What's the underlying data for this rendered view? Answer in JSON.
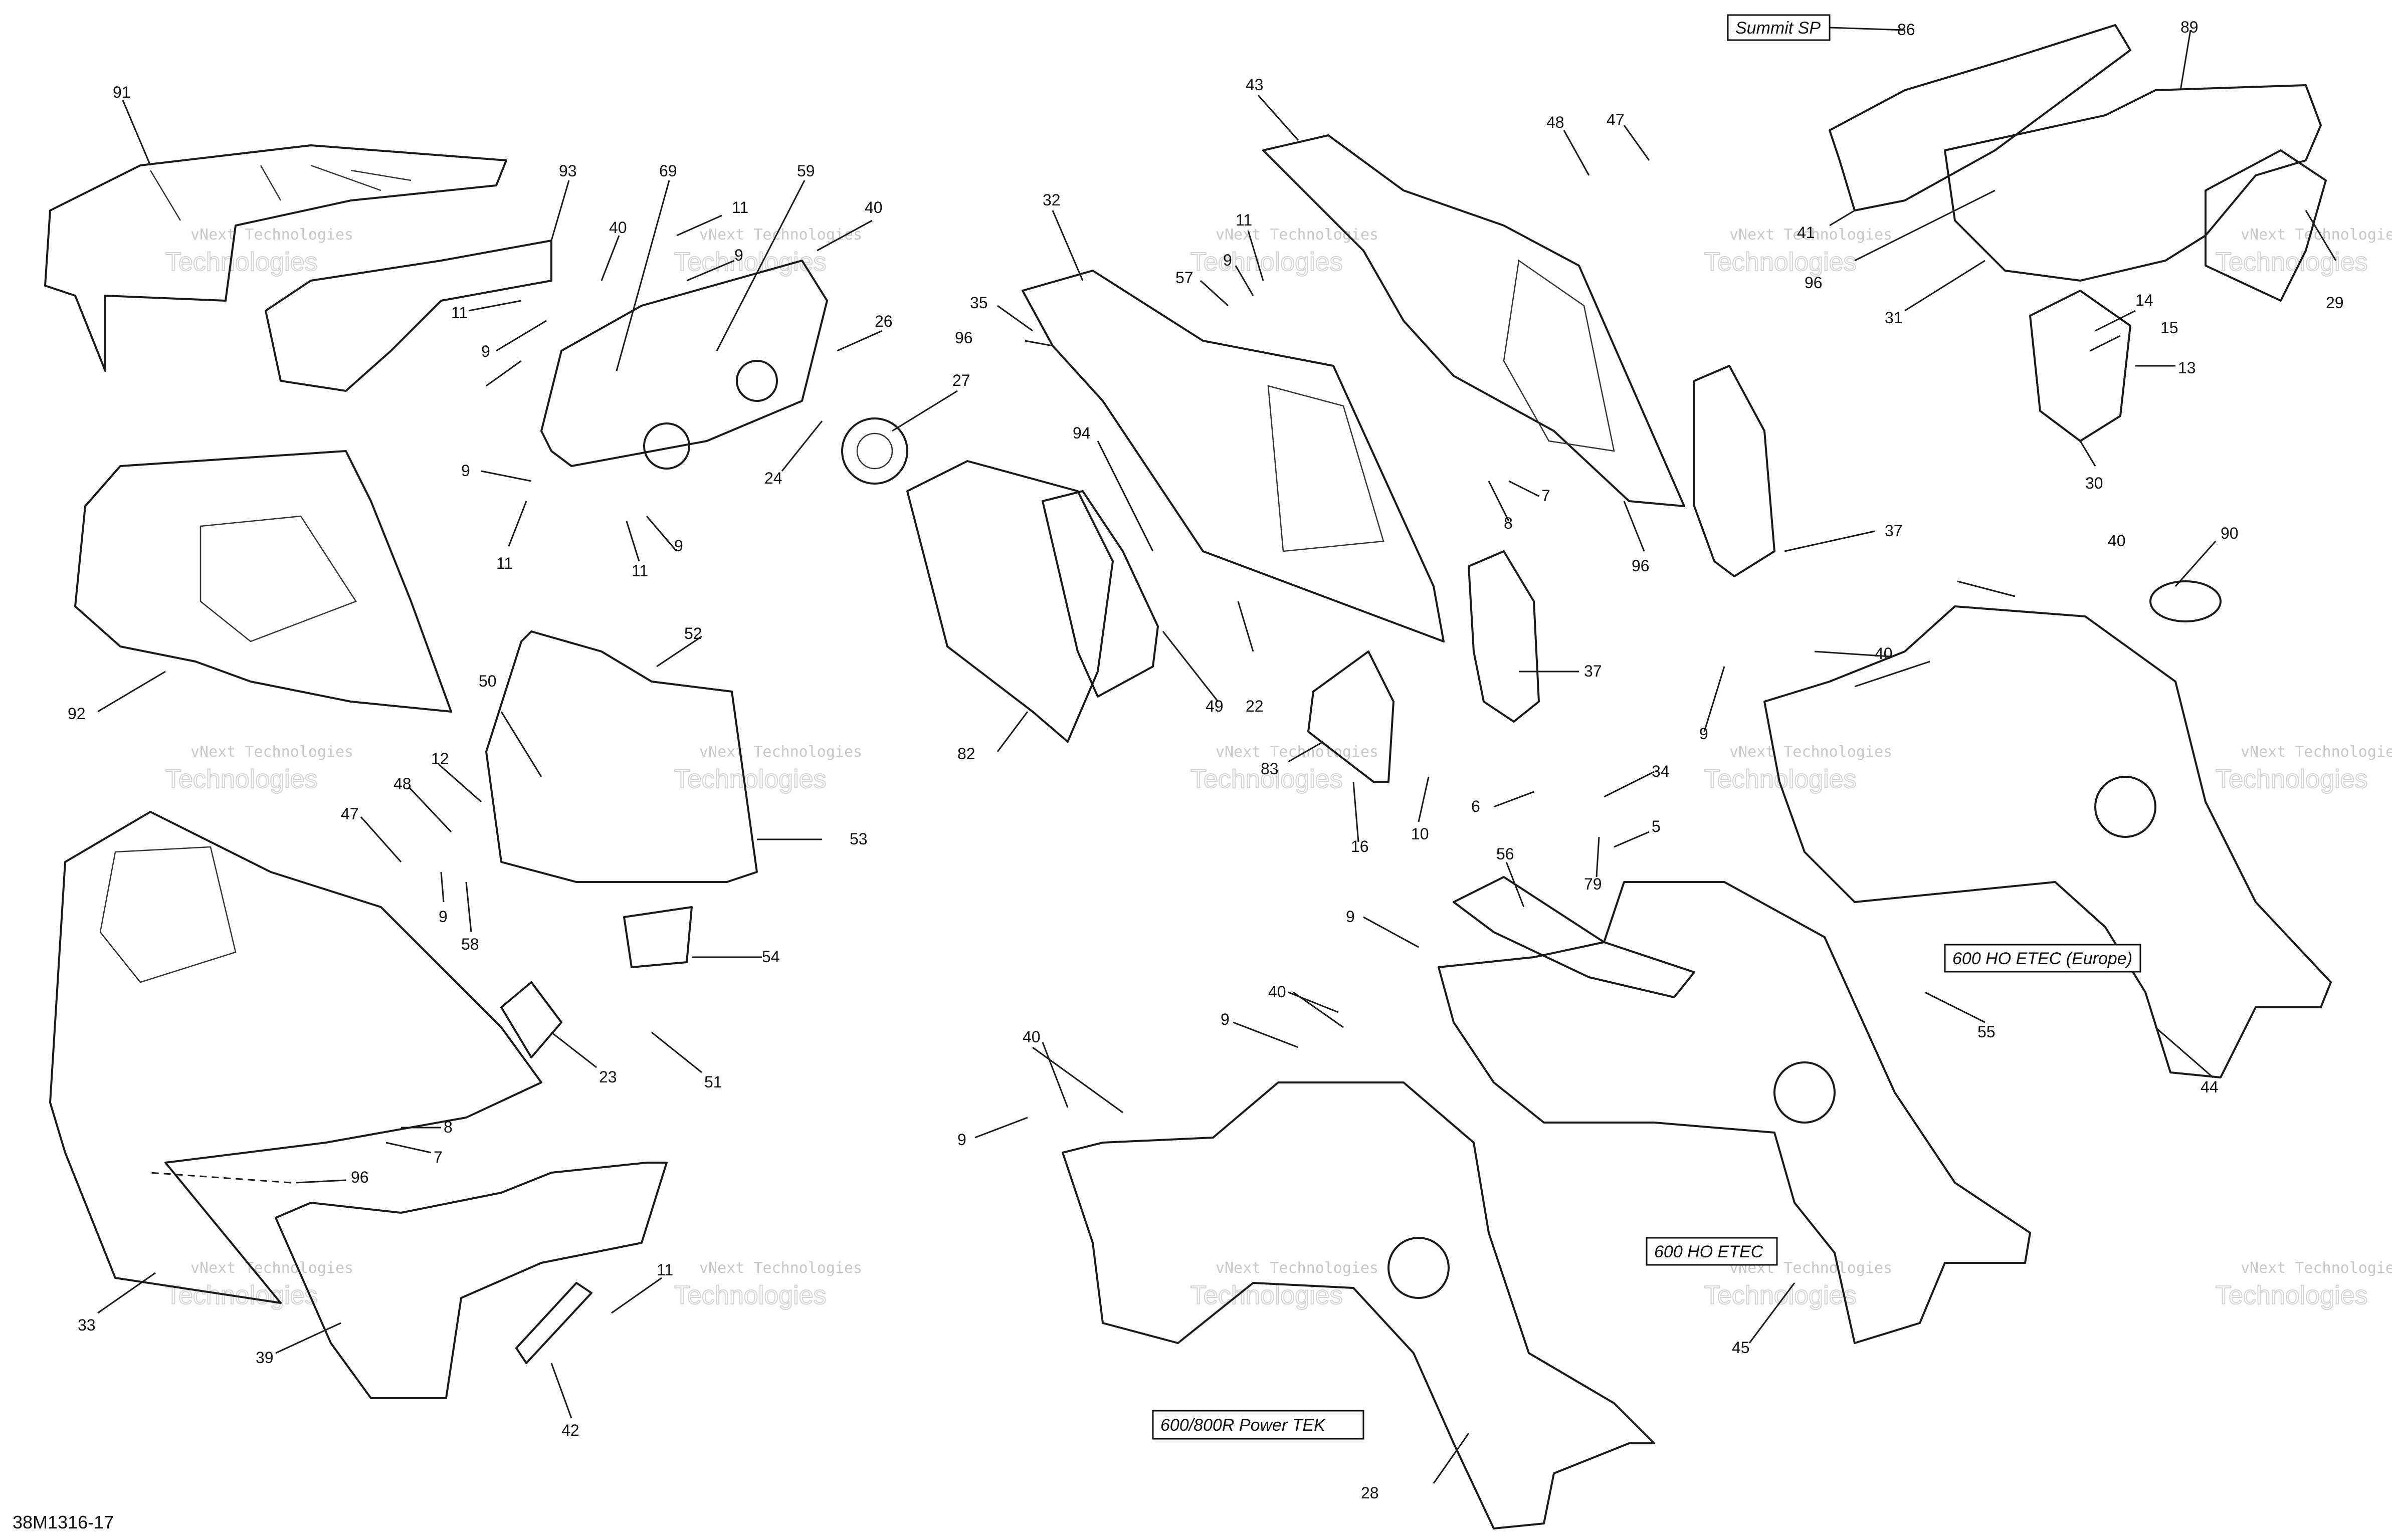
{
  "diagram": {
    "code": "38M1316-17",
    "variant_labels": {
      "summit_sp": "Summit SP",
      "ho_etec_europe": "600 HO ETEC (Europe)",
      "ho_etec": "600 HO ETEC",
      "power_tek": "600/800R Power TEK"
    },
    "watermark": {
      "line1": "vNext Technologies",
      "line2": "Technologies"
    },
    "callouts": [
      "91",
      "93",
      "40",
      "11",
      "9",
      "69",
      "59",
      "11",
      "9",
      "40",
      "26",
      "27",
      "24",
      "9",
      "11",
      "11",
      "9",
      "92",
      "50",
      "52",
      "53",
      "12",
      "48",
      "47",
      "9",
      "58",
      "54",
      "23",
      "51",
      "8",
      "7",
      "96",
      "33",
      "39",
      "42",
      "11",
      "43",
      "32",
      "35",
      "96",
      "11",
      "9",
      "57",
      "48",
      "47",
      "94",
      "49",
      "22",
      "82",
      "8",
      "7",
      "96",
      "16",
      "83",
      "10",
      "37",
      "37",
      "6",
      "34",
      "5",
      "79",
      "56",
      "9",
      "40",
      "9",
      "40",
      "9",
      "28",
      "40",
      "9",
      "40",
      "90",
      "55",
      "44",
      "45",
      "86",
      "89",
      "41",
      "96",
      "31",
      "29",
      "14",
      "15",
      "13",
      "30"
    ]
  }
}
